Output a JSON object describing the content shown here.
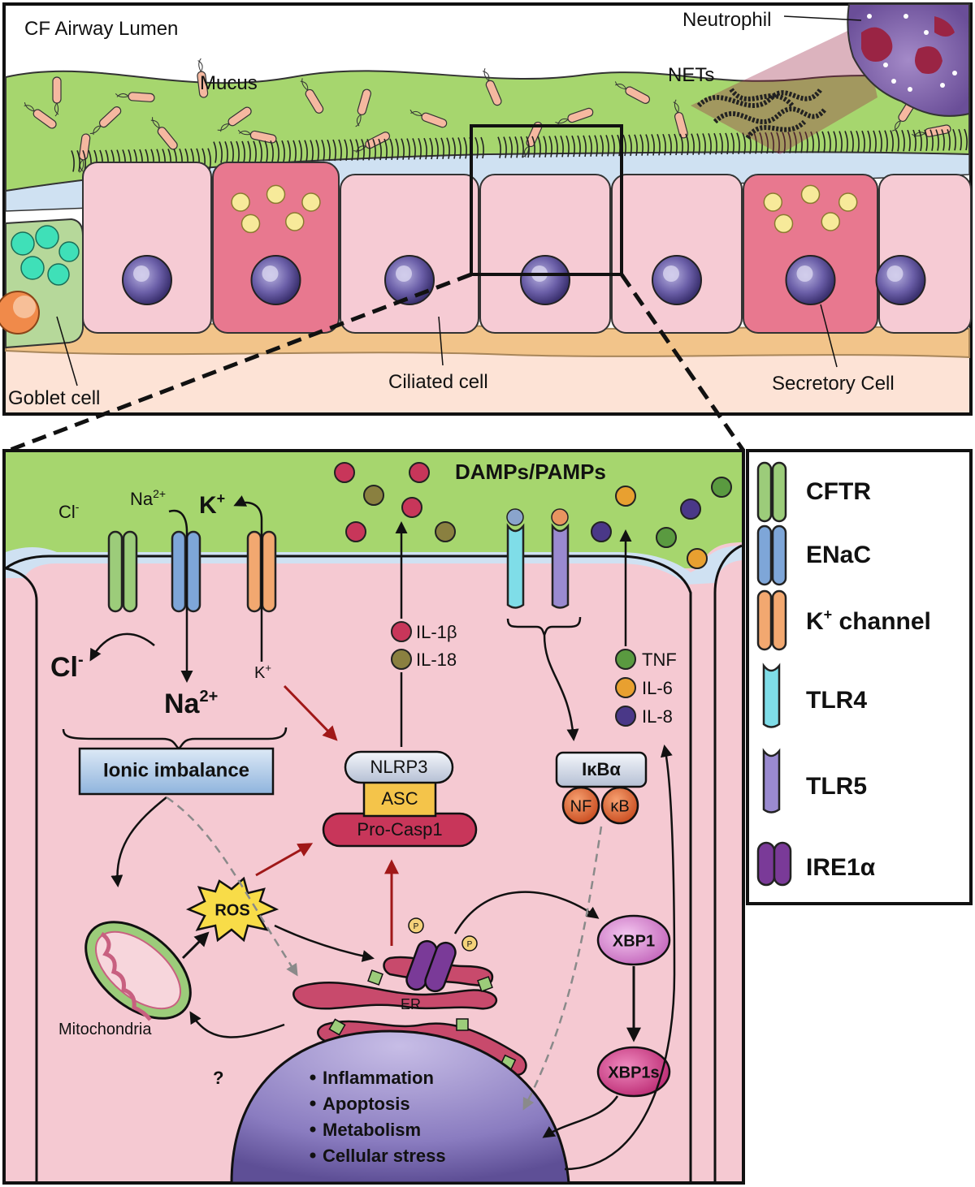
{
  "top_panel": {
    "lumen_label": "CF Airway Lumen",
    "mucus_label": "Mucus",
    "neutrophil_label": "Neutrophil",
    "nets_label": "NETs",
    "goblet_label": "Goblet cell",
    "ciliated_label": "Ciliated cell",
    "secretory_label": "Secretory Cell"
  },
  "cell_panel": {
    "damps_label": "DAMPs/PAMPs",
    "cl_top": "Cl",
    "cl_top_sup": "-",
    "na_top": "Na",
    "na_top_sup": "2+",
    "k_top": "K",
    "k_top_sup": "+",
    "cl_in": "Cl",
    "cl_in_sup": "-",
    "na_in": "Na",
    "na_in_sup": "2+",
    "k_in": "K",
    "k_in_sup": "+",
    "ionic_imbalance": "Ionic imbalance",
    "il1b": "IL-1β",
    "il18": "IL-18",
    "tnf": "TNF",
    "il6": "IL-6",
    "il8": "IL-8",
    "nlrp3": "NLRP3",
    "asc": "ASC",
    "procasp1": "Pro-Casp1",
    "ikba": "IκBα",
    "nf": "NF",
    "kb": "κB",
    "ros": "ROS",
    "mitochondria": "Mitochondria",
    "er": "ER",
    "xbp1": "XBP1",
    "xbp1s": "XBP1s",
    "question": "?",
    "p_label": "P",
    "nucleus_items": [
      "Inflammation",
      "Apoptosis",
      "Metabolism",
      "Cellular stress"
    ]
  },
  "legend": {
    "items": [
      {
        "label": "CFTR",
        "color": "#9ccc7a"
      },
      {
        "label": "ENaC",
        "color": "#7ea6d8"
      },
      {
        "label": "K",
        "sup": "+",
        "suffix": " channel",
        "color": "#f2a870"
      },
      {
        "label": "TLR4",
        "color": "#7fdde8"
      },
      {
        "label": "TLR5",
        "color": "#9a8ad0"
      },
      {
        "label": "IRE1α",
        "color": "#7a3a98"
      }
    ]
  },
  "colors": {
    "mucus": "#a6d66e",
    "cell_pink": "#f6cbd4",
    "secretory_pink": "#e8788f",
    "basement": "#f2c48a",
    "red_arrow": "#a01818"
  }
}
